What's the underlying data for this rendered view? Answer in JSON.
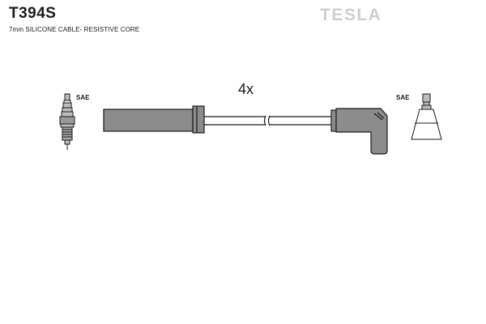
{
  "header": {
    "part_number": "T394S",
    "subtitle": "7mm SILICONE CABLE- RESISTIVE CORE",
    "brand": "TESLA"
  },
  "diagram": {
    "quantity_label": "4x",
    "left_connector_label": "SAE",
    "right_connector_label": "SAE",
    "colors": {
      "boot_fill": "#8c8c8c",
      "outline": "#1a1a1a",
      "spark_plug_fill": "#bdbdbd",
      "brand_text": "#cfcfcf"
    }
  }
}
